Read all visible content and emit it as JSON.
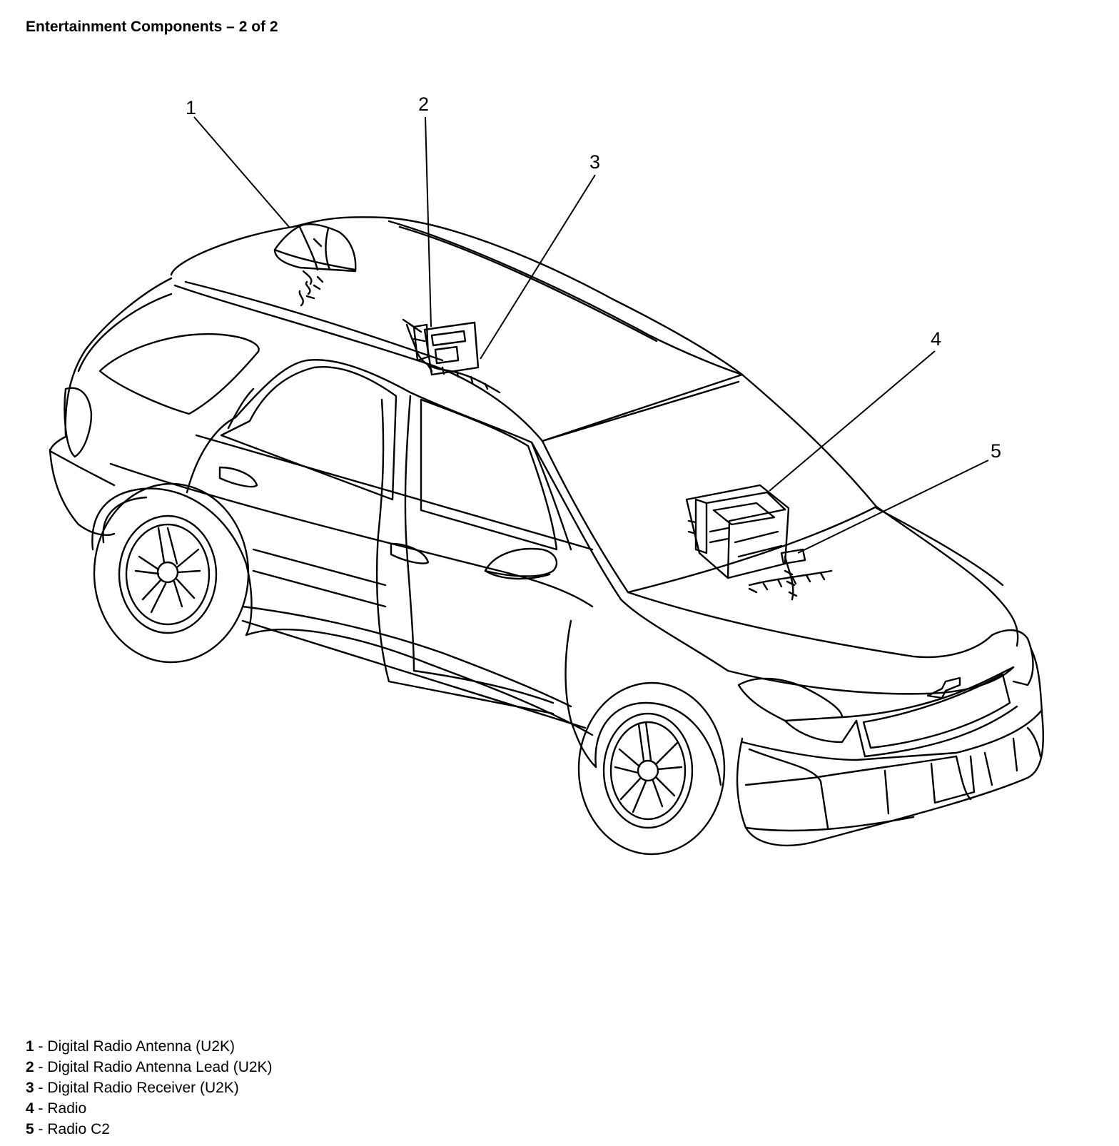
{
  "title": "Entertainment Components – 2 of 2",
  "callouts": [
    "1",
    "2",
    "3",
    "4",
    "5"
  ],
  "legend": [
    {
      "num": "1",
      "sep": " - ",
      "text": "Digital Radio Antenna (U2K)"
    },
    {
      "num": "2",
      "sep": " - ",
      "text": "Digital Radio Antenna Lead (U2K)"
    },
    {
      "num": "3",
      "sep": " - ",
      "text": "Digital Radio Receiver (U2K)"
    },
    {
      "num": "4",
      "sep": " - ",
      "text": "Radio"
    },
    {
      "num": "5",
      "sep": " - ",
      "text": "Radio C2"
    }
  ]
}
